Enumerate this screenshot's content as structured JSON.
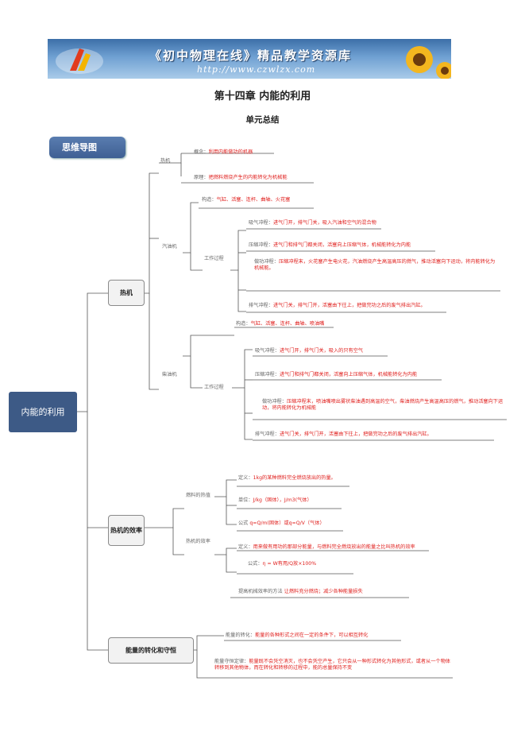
{
  "banner": {
    "title": "《初中物理在线》精品教学资源库",
    "url": "http://www.czwlzx.com"
  },
  "chapter_title": "第十四章  内能的利用",
  "subtitle": "单元总结",
  "mindmap_badge": "思维导图",
  "root": "内能的利用",
  "heat_engine": {
    "node": "热机",
    "sub_label": "热机",
    "concept": {
      "k": "概念：",
      "v": "利用内能做功的机器"
    },
    "principle": {
      "k": "原理：",
      "v": "把燃料燃烧产生的内能转化为机械能"
    },
    "gasoline": {
      "label": "汽油机",
      "structure": {
        "k": "构造：",
        "v": "气缸、活塞、连杆、曲轴、火花塞"
      },
      "process_label": "工作过程",
      "intake": {
        "k": "吸气冲程：",
        "v": "进气门开，排气门关，吸入汽油和空气的混合物"
      },
      "compression": {
        "k": "压缩冲程：",
        "v": "进气门和排气门都关闭，活塞向上压缩气体，机械能转化为内能"
      },
      "power": {
        "k": "做功冲程：",
        "v": "压缩冲程末，火花塞产生电火花，汽油燃烧产生高温高压的燃气，推动活塞向下运动，将内能转化为机械能。"
      },
      "exhaust": {
        "k": "排气冲程：",
        "v": "进气门关，排气门开，活塞由下往上，把做完功之后的废气排出汽缸。"
      }
    },
    "diesel": {
      "label": "柴油机",
      "structure": {
        "k": "构造：",
        "v": "气缸、活塞、连杆、曲轴、喷油嘴"
      },
      "process_label": "工作过程",
      "intake": {
        "k": "吸气冲程：",
        "v": "进气门开，排气门关，吸入的只有空气"
      },
      "compression": {
        "k": "压缩冲程：",
        "v": "进气门和排气门都关闭，活塞向上压缩气体，机械能转化为内能"
      },
      "power": {
        "k": "做功冲程：",
        "v": "压缩冲程末，喷油嘴喷出雾状柴油遇到高温的空气，柴油燃烧产生高温高压的燃气，推动活塞向下运动，将内能转化为机械能"
      },
      "exhaust": {
        "k": "排气冲程：",
        "v": "进气门关，排气门开，活塞由下往上，把做完功之后的废气排出汽缸。"
      }
    }
  },
  "efficiency": {
    "node": "热机的效率",
    "heat_value": {
      "label": "燃料的热值",
      "def": {
        "k": "定义：",
        "v": "1kg的某种燃料完全燃烧放出的热量。"
      },
      "unit": {
        "k": "单位：",
        "v": "J/kg（固体），J/m3(气体）"
      },
      "formula": {
        "k": "公式 ",
        "v": "q=Q/m(固体）或q=Q/V（气体）"
      }
    },
    "engine_eff": {
      "label": "热机的效率",
      "def": {
        "k": "定义：",
        "v": "用来做有用功的那部分能量，与燃料完全燃烧放出的能量之比叫热机的效率"
      },
      "formula": {
        "k": "公式：",
        "v": "η = W有用/Q放×100%"
      }
    },
    "improve": {
      "k": "提高机械效率的方法 ",
      "v": "让燃料充分燃烧；减少各种能量损失"
    }
  },
  "conservation": {
    "node": "能量的转化和守恒",
    "transform": {
      "k": "能量的转化：",
      "v": "能量的各种形式之间在一定的条件下，可以相互转化"
    },
    "law": {
      "k": "能量守恒定律：",
      "v": "能量既不会凭空消灭，也不会凭空产生，它只会从一种形式转化为其他形式，或者从一个物体转移到其他物体，而在转化和转移的过程中，能的总量保持不变"
    }
  }
}
